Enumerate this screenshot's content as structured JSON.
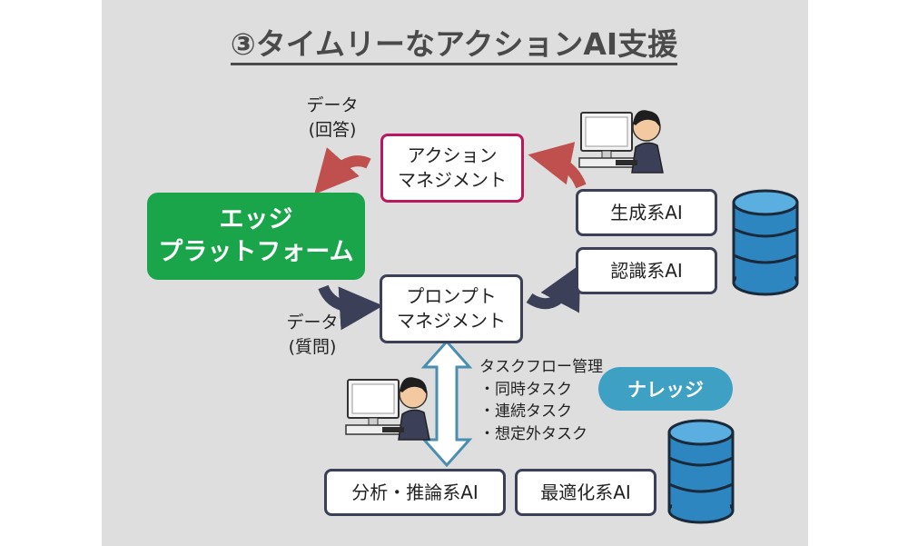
{
  "title": "③タイムリーなアクションAI支援",
  "edge_platform": {
    "line1": "エッジ",
    "line2": "プラットフォーム"
  },
  "action_management": {
    "line1": "アクション",
    "line2": "マネジメント"
  },
  "prompt_management": {
    "line1": "プロンプト",
    "line2": "マネジメント"
  },
  "data_answer": {
    "line1": "データ",
    "line2": "(回答)"
  },
  "data_question": {
    "line1": "データ",
    "line2": "(質問)"
  },
  "ai_boxes": {
    "generative": "生成系AI",
    "recognition": "認識系AI",
    "analysis": "分析・推論系AI",
    "optimization": "最適化系AI"
  },
  "task_flow": {
    "heading": "タスクフロー管理",
    "items": [
      "・同時タスク",
      "・連続タスク",
      "・想定外タスク"
    ]
  },
  "knowledge": "ナレッジ",
  "colors": {
    "edge_green": "#1aa54a",
    "action_border": "#b8185f",
    "box_border": "#3b3f58",
    "arrow_red": "#c0504d",
    "arrow_navy": "#3b3f58",
    "double_arrow": "#4a8fb0",
    "database_blue": "#2e86c1",
    "knowledge_teal": "#3ea0c2"
  }
}
